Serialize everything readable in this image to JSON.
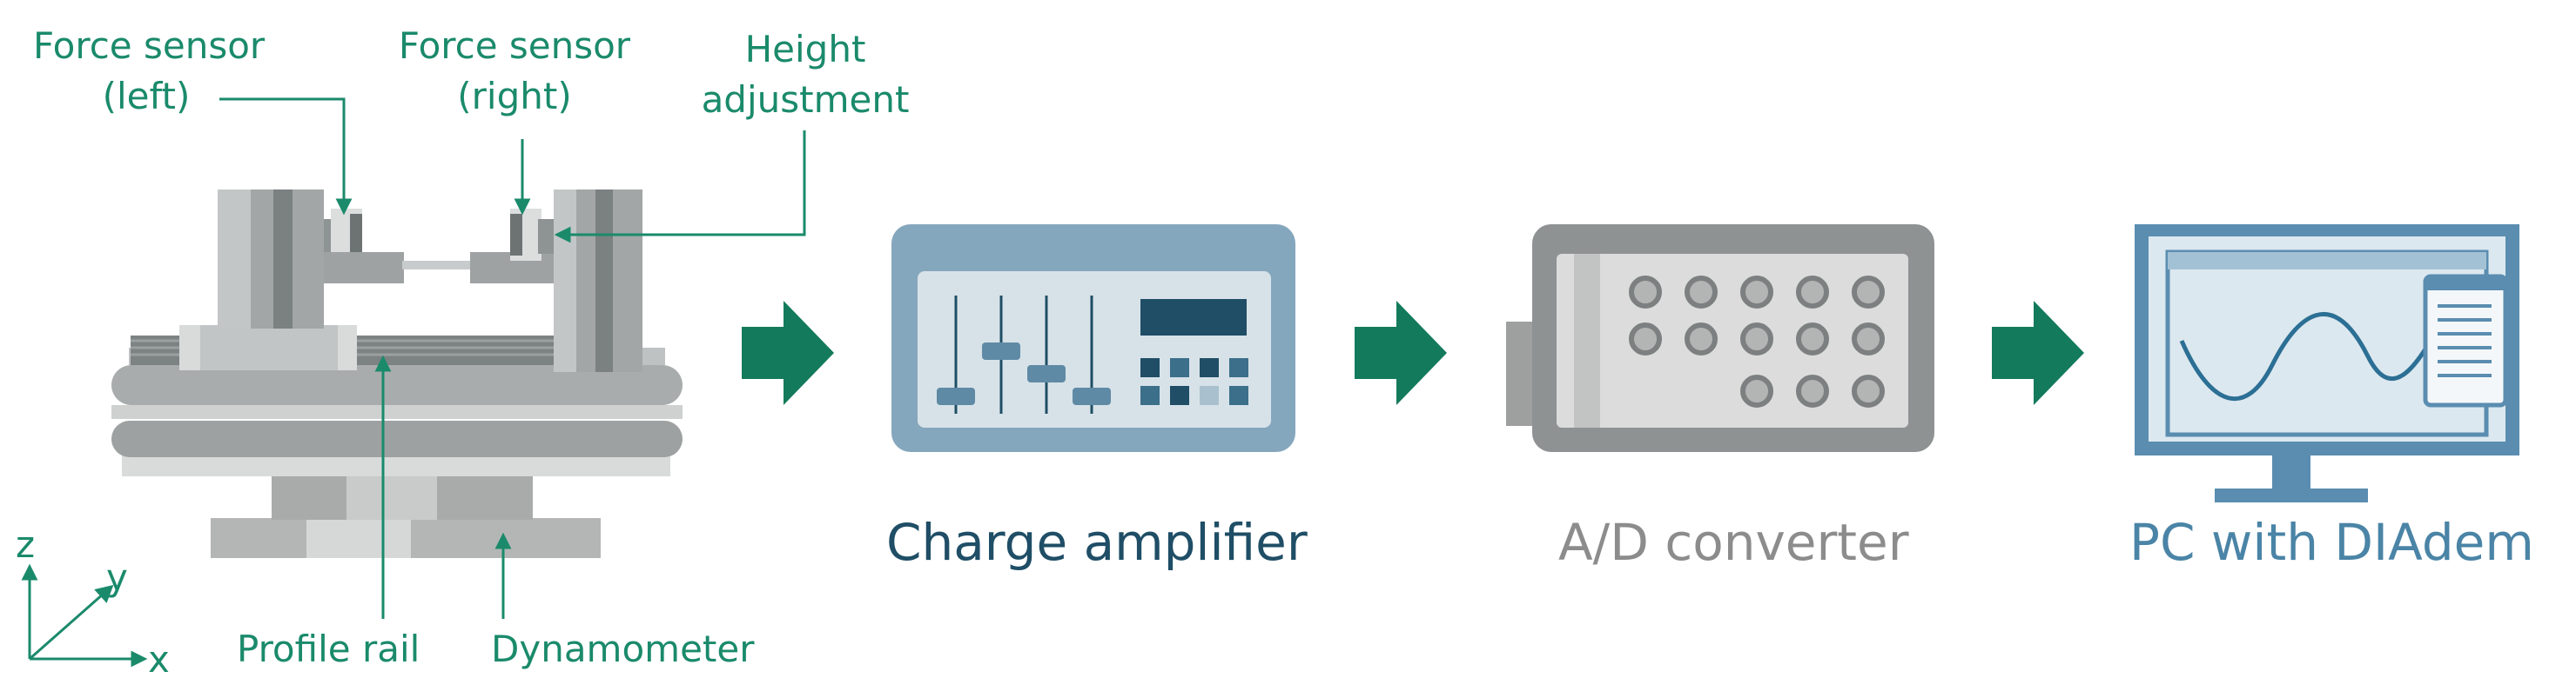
{
  "labels": {
    "force_sensor_left": [
      "Force sensor",
      "(left)"
    ],
    "force_sensor_right": [
      "Force sensor",
      "(right)"
    ],
    "height_adjustment": [
      "Height",
      "adjustment"
    ],
    "profile_rail": "Profile rail",
    "dynamometer": "Dynamometer",
    "axis_z": "z",
    "axis_y": "y",
    "axis_x": "x"
  },
  "stages": {
    "charge_amplifier": "Charge amplifier",
    "ad_converter": "A/D converter",
    "pc": "PC with DIAdem"
  },
  "colors": {
    "label_green": "#1a8a6b",
    "arrow_green": "#137a5c",
    "amplifier_title": "#1f4e66",
    "converter_title": "#8c8c8c",
    "pc_title": "#4a84a6"
  }
}
